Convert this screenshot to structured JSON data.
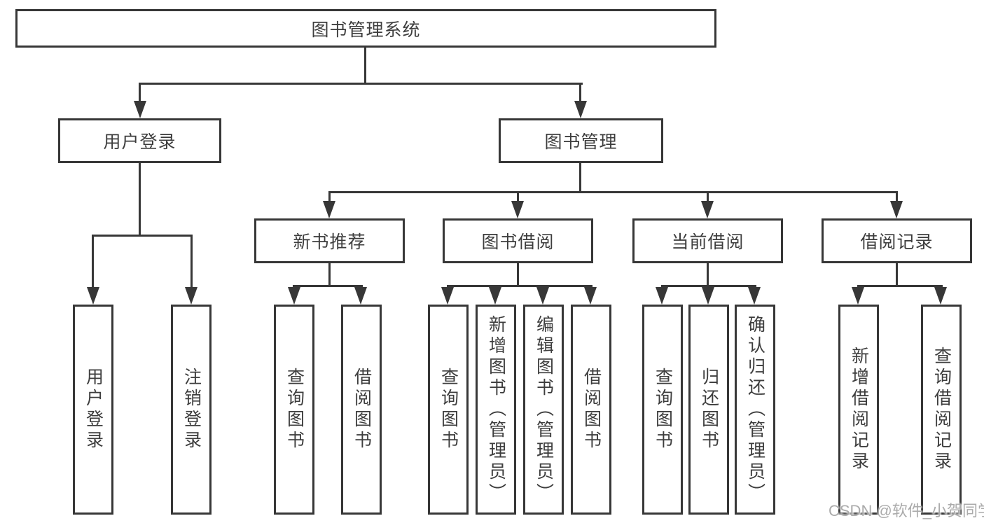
{
  "diagram": {
    "root": "图书管理系统",
    "branches": [
      "用户登录",
      "图书管理"
    ],
    "categories": [
      "新书推荐",
      "图书借阅",
      "当前借阅",
      "借阅记录"
    ],
    "leaves": [
      "用户登录",
      "注销登录",
      "查询图书",
      "借阅图书",
      "查询图书",
      "新增图书（管理员）",
      "编辑图书（管理员）",
      "借阅图书",
      "查询图书",
      "归还图书",
      "确认归还（管理员）",
      "新增借阅记录",
      "查询借阅记录"
    ]
  },
  "watermark": "CSDN @软件_小贺同学",
  "colors": {
    "line": "#373737",
    "text": "#3d3d3d",
    "background": "#ffffff",
    "watermark": "#a4a4a4"
  }
}
